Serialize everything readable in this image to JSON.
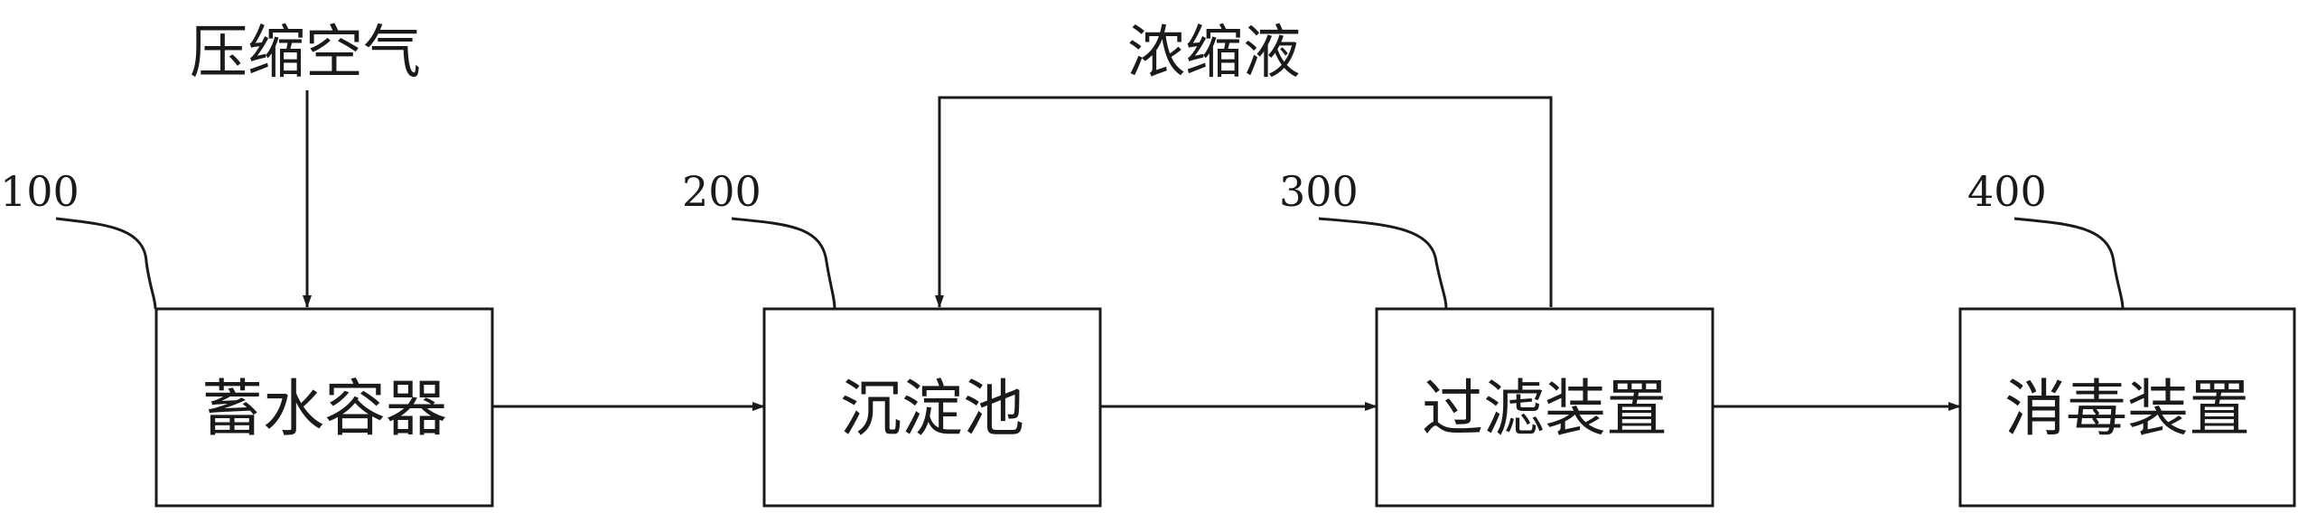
{
  "inputs": {
    "compressed_air": "压缩空气",
    "concentrate": "浓缩液"
  },
  "components": [
    {
      "ref": "100",
      "label": "蓄水容器"
    },
    {
      "ref": "200",
      "label": "沉淀池"
    },
    {
      "ref": "300",
      "label": "过滤装置"
    },
    {
      "ref": "400",
      "label": "消毒装置"
    }
  ],
  "colors": {
    "line": "#1a1a1a",
    "background": "#ffffff"
  }
}
